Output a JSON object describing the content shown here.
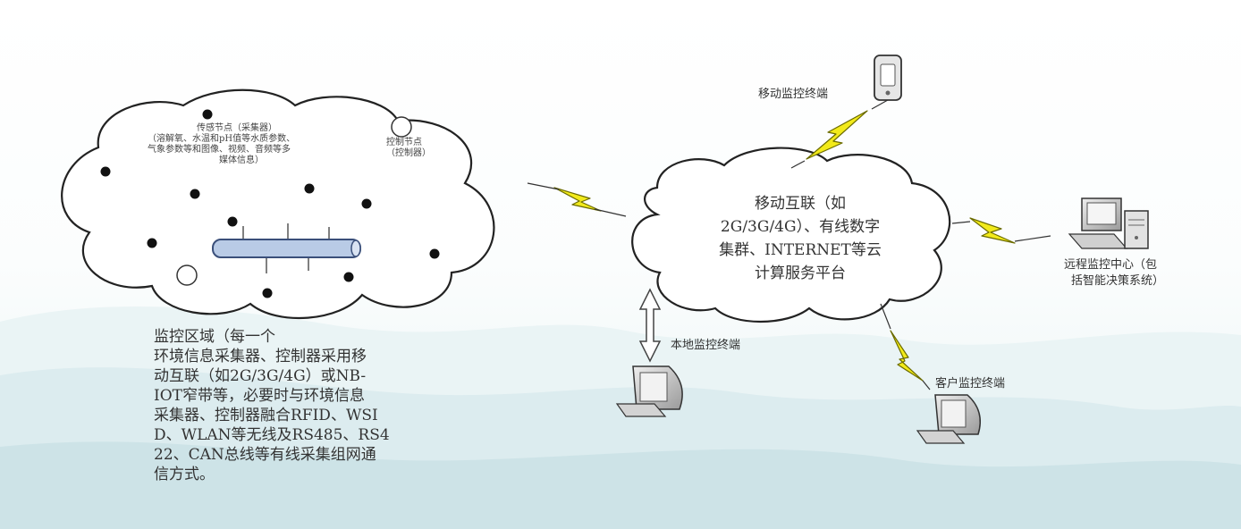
{
  "labels": {
    "sensor_node": [
      "传感节点（采集器）",
      "（溶解氧、水温和pH值等水质参数、",
      "气象参数等和图像、视频、音频等多",
      "媒体信息）"
    ],
    "control_node": [
      "控制节点",
      "（控制器）"
    ],
    "mobile_terminal": "移动监控终端",
    "cloud_platform": [
      "移动互联（如",
      "2G/3G/4G）、有线数字",
      "集群、INTERNET等云",
      "计算服务平台"
    ],
    "remote_center": [
      "远程监控中心（包",
      "括智能决策系统）"
    ],
    "local_terminal": "本地监控终端",
    "client_terminal": "客户监控终端",
    "monitoring_area": [
      "监控区域（每一个",
      "环境信息采集器、控制器采用移",
      "动互联（如2G/3G/4G）或NB-",
      "IOT窄带等，必要时与环境信息",
      "采集器、控制器融合RFID、WSI",
      "D、WLAN等无线及RS485、RS4",
      "22、CAN总线等有线采集组网通",
      "信方式。"
    ]
  },
  "icons": {
    "sensor": "filled-dot-icon",
    "controller": "hollow-circle-icon",
    "wireless": "lightning-bolt-icon",
    "phone": "mobile-phone-icon",
    "computer": "desktop-computer-icon",
    "arrow": "double-arrow-icon"
  },
  "colors": {
    "bolt_fill": "#f2ea1a",
    "bolt_stroke": "#6b6b00",
    "pipe_fill": "#b9cbe6",
    "pipe_stroke": "#3a4f7a",
    "hill_light": "#dcecef",
    "hill_mid": "#c3dde2",
    "cloud_stroke": "#222222"
  }
}
